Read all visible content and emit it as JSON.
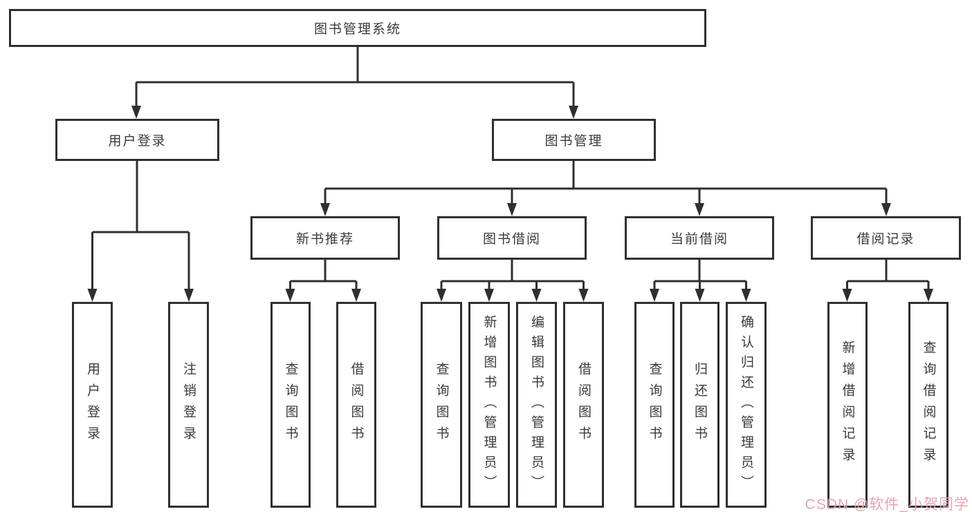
{
  "root": {
    "label": "图书管理系统"
  },
  "branches": [
    {
      "label": "用户登录",
      "children": [
        "用户登录",
        "注销登录"
      ]
    },
    {
      "label": "图书管理",
      "groups": [
        {
          "label": "新书推荐",
          "children": [
            "查询图书",
            "借阅图书"
          ]
        },
        {
          "label": "图书借阅",
          "children": [
            "查询图书",
            "新增图书（管理员）",
            "编辑图书（管理员）",
            "借阅图书"
          ]
        },
        {
          "label": "当前借阅",
          "children": [
            "查询图书",
            "归还图书",
            "确认归还（管理员）"
          ]
        },
        {
          "label": "借阅记录",
          "children": [
            "新增借阅记录",
            "查询借阅记录"
          ]
        }
      ]
    }
  ],
  "watermark": {
    "text": "CSDN @软件_小贺同学"
  },
  "colors": {
    "line": "#2f2f2f",
    "box_border": "#2f2f2f",
    "text": "#3a3a3a",
    "watermark_pink": "#e79eaa",
    "background": "#ffffff"
  }
}
